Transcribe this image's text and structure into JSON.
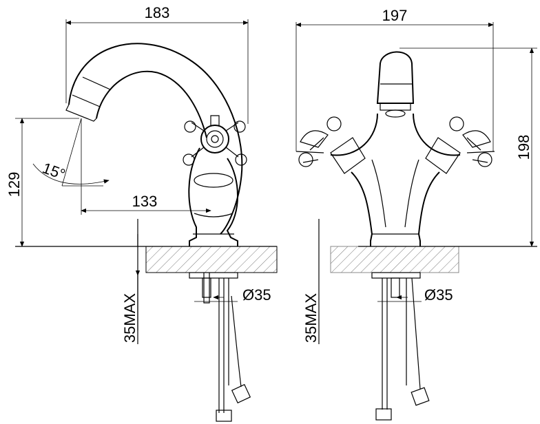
{
  "dimensions": {
    "side_width": "183",
    "side_height": "129",
    "spout_reach": "133",
    "angle": "15°",
    "diameter_left": "Ø35",
    "max_left": "35MAX",
    "front_width": "197",
    "front_height": "198",
    "diameter_right": "Ø35",
    "max_right": "35MAX"
  }
}
